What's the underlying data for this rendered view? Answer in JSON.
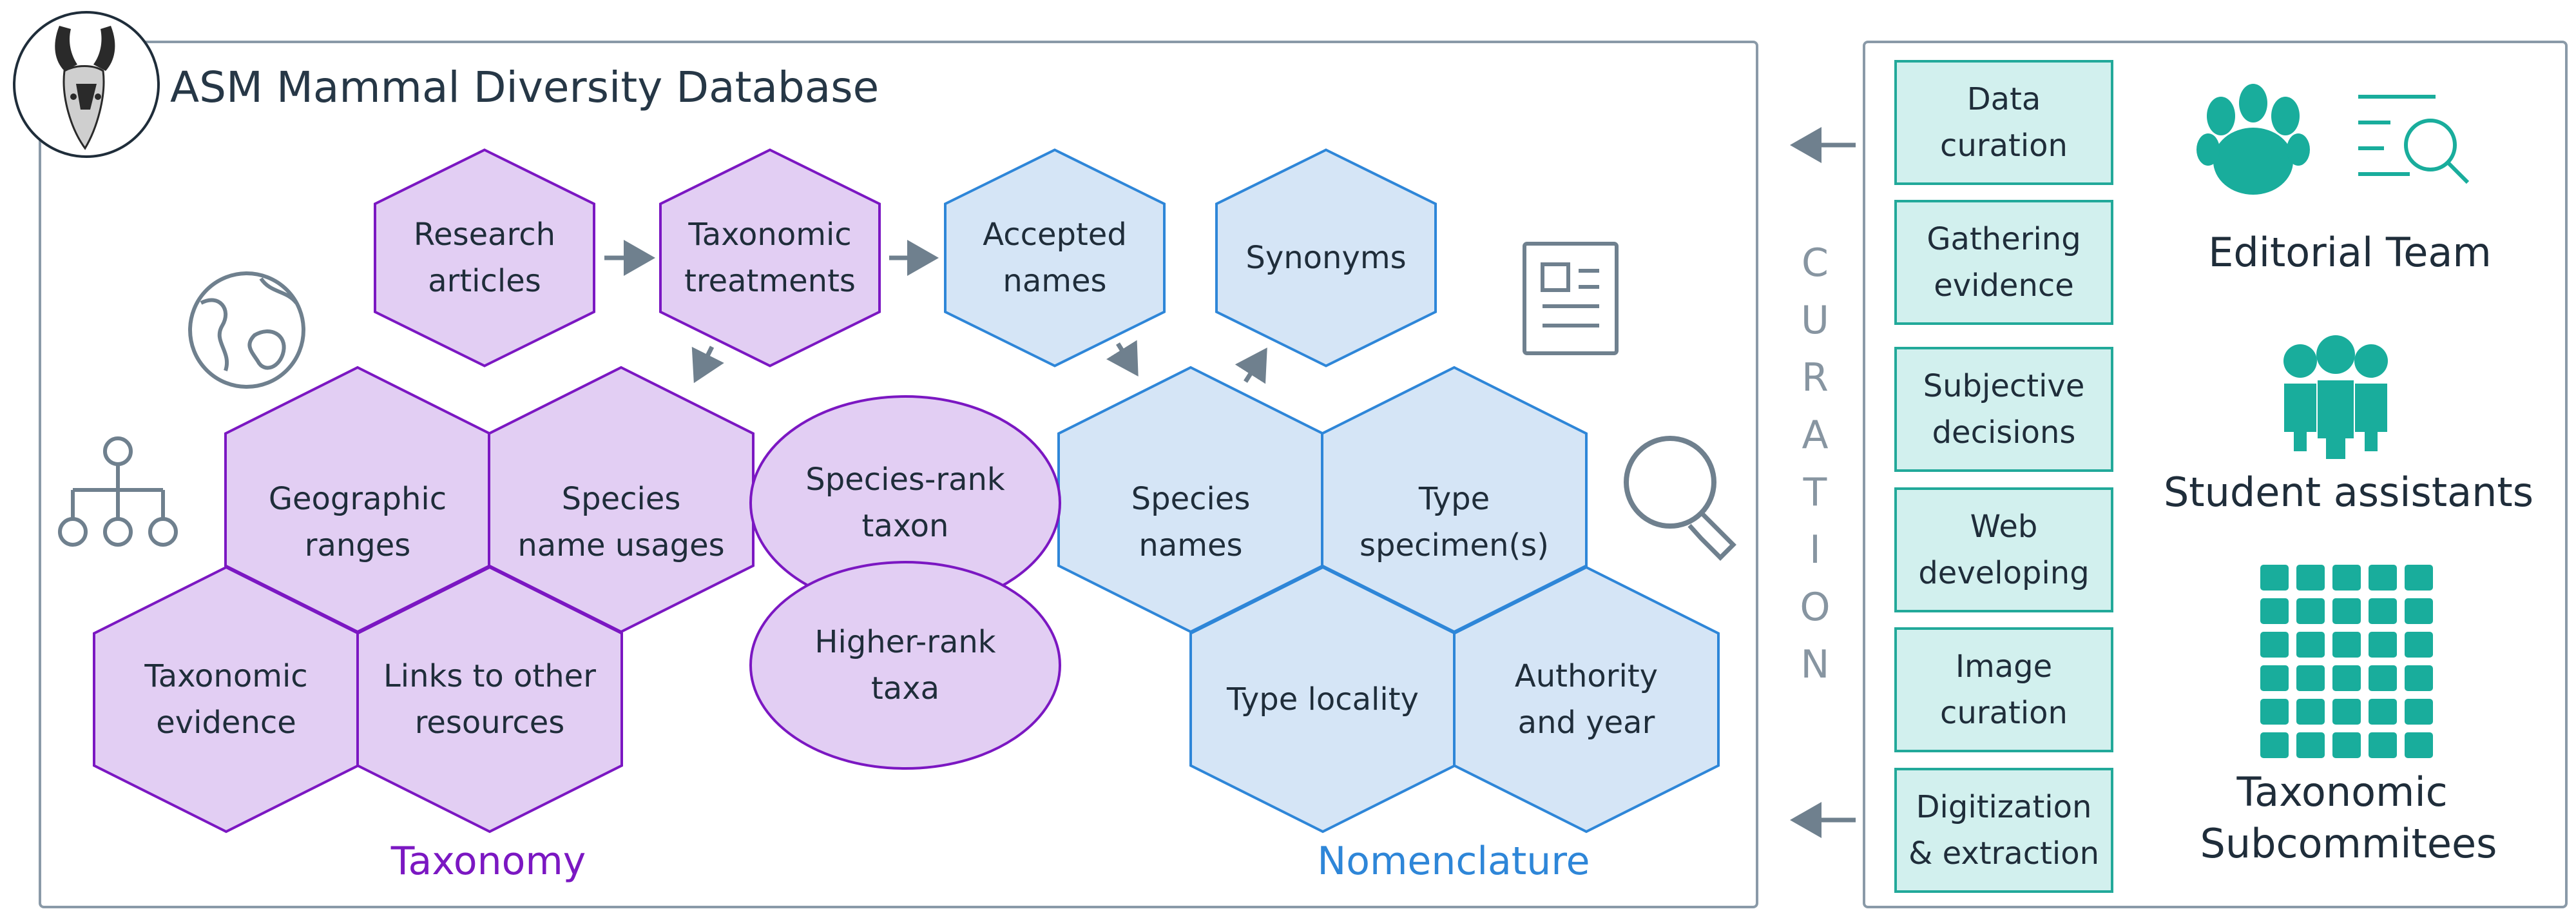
{
  "title": "ASM Mammal Diversity Database",
  "colors": {
    "taxonomy_fill": "#e2cef3",
    "taxonomy_stroke": "#7b17c2",
    "nomenclature_fill": "#d5e5f6",
    "nomenclature_stroke": "#2e86d8",
    "curation_fill": "#d2f0ee",
    "curation_stroke": "#22a99a",
    "teal_icon": "#19ad9c",
    "frame_gray": "#8a9aa8",
    "icon_gray": "#6f808e",
    "text_dark": "#1f2d3a"
  },
  "sections": {
    "taxonomy": "Taxonomy",
    "nomenclature": "Nomenclature"
  },
  "top_row": {
    "research_articles": [
      "Research",
      "articles"
    ],
    "taxonomic_treatments": [
      "Taxonomic",
      "treatments"
    ],
    "accepted_names": [
      "Accepted",
      "names"
    ],
    "synonyms": [
      "Synonyms"
    ]
  },
  "taxonomy_cells": {
    "geographic_ranges": [
      "Geographic",
      "ranges"
    ],
    "species_name_usages": [
      "Species",
      "name usages"
    ],
    "taxonomic_evidence": [
      "Taxonomic",
      "evidence"
    ],
    "links_to_other_resources": [
      "Links to other",
      "resources"
    ]
  },
  "ovals": {
    "species_rank_taxon": [
      "Species-rank",
      "taxon"
    ],
    "higher_rank_taxa": [
      "Higher-rank",
      "taxa"
    ]
  },
  "nomenclature_cells": {
    "species_names": [
      "Species",
      "names"
    ],
    "type_specimens": [
      "Type",
      "specimen(s)"
    ],
    "type_locality": [
      "Type locality"
    ],
    "authority_and_year": [
      "Authority",
      "and year"
    ]
  },
  "curation_label": "CURATION",
  "curation_tasks": [
    [
      "Data",
      "curation"
    ],
    [
      "Gathering",
      "evidence"
    ],
    [
      "Subjective",
      "decisions"
    ],
    [
      "Web",
      "developing"
    ],
    [
      "Image",
      "curation"
    ],
    [
      "Digitization",
      "& extraction"
    ]
  ],
  "teams": {
    "editorial": "Editorial Team",
    "students": "Student assistants",
    "subcommittees": [
      "Taxonomic",
      "Subcommitees"
    ]
  },
  "icons": {
    "logo": "pronghorn-logo",
    "globe": "globe-icon",
    "hierarchy": "hierarchy-icon",
    "document": "document-icon",
    "magnifier": "magnifier-icon",
    "paw": "paw-icon",
    "list_search": "list-search-icon",
    "people": "people-icon",
    "grid": "grid-icon"
  }
}
